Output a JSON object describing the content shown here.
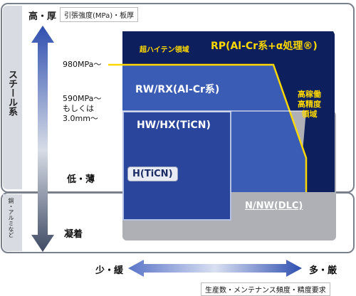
{
  "left_band": {
    "steel_label": "スチール系",
    "other_label": "銅・アルミなど"
  },
  "y_axis": {
    "top_label": "高・厚",
    "top_caption": "引張強度(MPa)・板厚",
    "bottom_label": "凝着",
    "mid_label": "低・薄",
    "tick_980": "980MPa～",
    "tick_590_line1": "590MPa～",
    "tick_590_line2": "もしくは",
    "tick_590_line3": "3.0mm～"
  },
  "regions": {
    "rp_label": "RP(Al-Cr系+α処理®)",
    "high_tensile_label": "超ハイテン領域",
    "rw_label": "RW/RX(Al-Cr系)",
    "hw_label": "HW/HX(TiCN)",
    "h_label": "H(TiCN)",
    "nw_label": "N/NW(DLC)",
    "high_operation_line1": "高稼働",
    "high_operation_line2": "高精度",
    "high_operation_line3": "領域"
  },
  "x_axis": {
    "left_label": "少・緩",
    "right_label": "多・厳",
    "caption": "生産数・メンテナンス頻度・精度要求"
  },
  "colors": {
    "navy": "#0d1f5c",
    "mid_blue": "#3a5cb5",
    "hw_blue": "#2a459c",
    "gray": "#aeb0b6",
    "accent_yellow": "#ffd800"
  }
}
